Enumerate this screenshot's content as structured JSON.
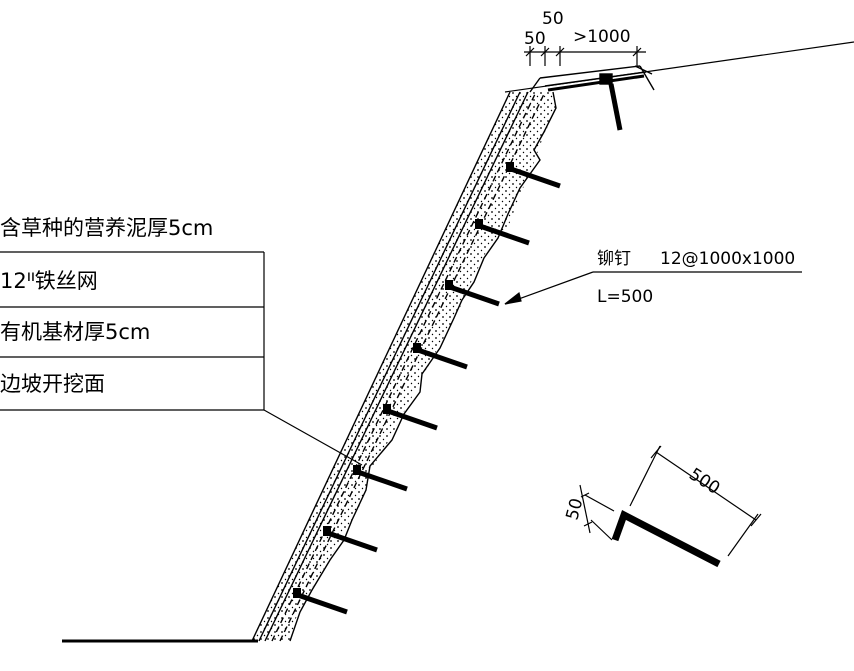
{
  "layers": [
    {
      "label": "含草种的营养泥厚5cm"
    },
    {
      "label": "12ᐦ铁丝网"
    },
    {
      "label": "有机基材厚5cm"
    },
    {
      "label": "边坡开挖面"
    }
  ],
  "rivet": {
    "label": "铆钉",
    "spec": "12@1000x1000",
    "length": "L=500"
  },
  "top_dims": [
    "50",
    "50",
    ">1000"
  ],
  "detail_dims": {
    "length": "500",
    "hook": "50"
  }
}
